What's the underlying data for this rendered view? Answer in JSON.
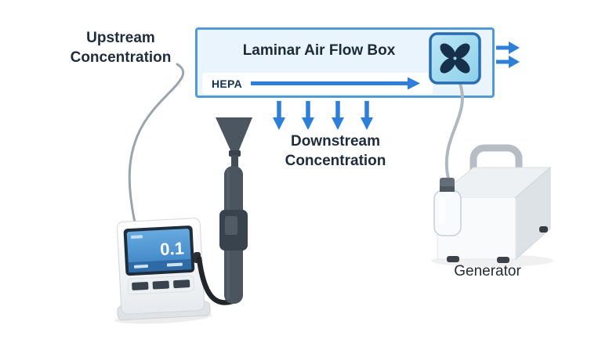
{
  "diagram": {
    "upstream_label": {
      "line1": "Upstream",
      "line2": "Concentration"
    },
    "laminar_box": {
      "title": "Laminar Air Flow Box",
      "filter_label": "HEPA"
    },
    "downstream_label": {
      "line1": "Downstream",
      "line2": "Concentration"
    },
    "generator": {
      "label": "Generator"
    },
    "particle_counter": {
      "reading": "0.1"
    }
  },
  "colors": {
    "arrow_blue": "#2e7fd9",
    "box_border": "#4f9bd8",
    "box_fill": "#e9f4fc",
    "fan_border": "#2a6cb2",
    "fan_blades": "#16304c",
    "screen_blue": "#4a90d2",
    "connector_gray": "#9aa4ad",
    "text_dark": "#1e2c3c"
  }
}
